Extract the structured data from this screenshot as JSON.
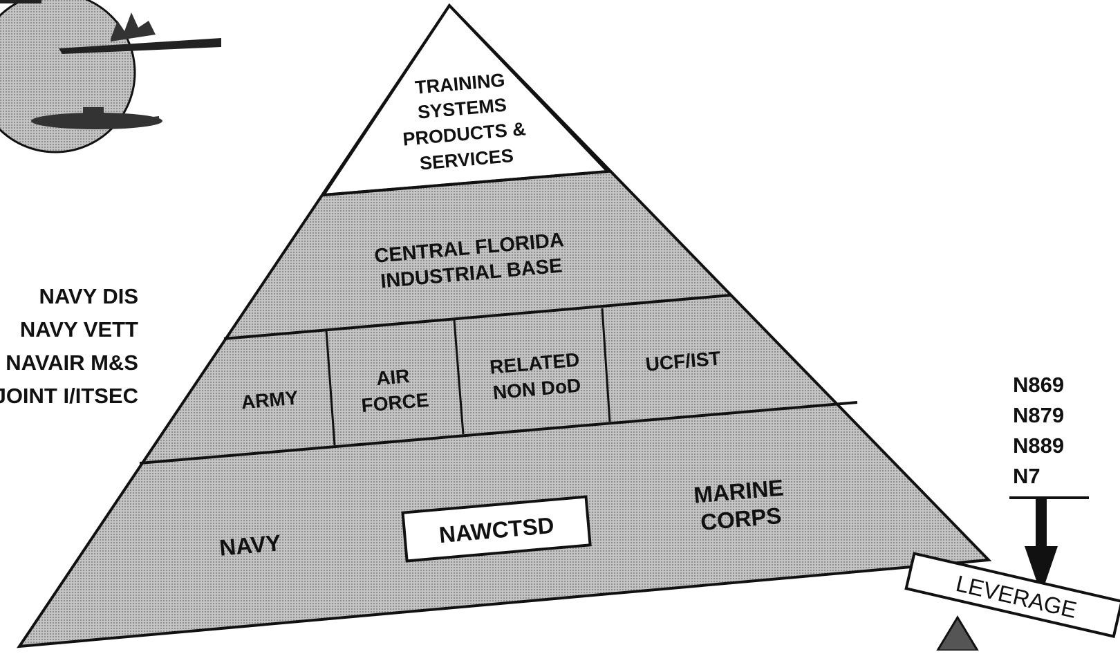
{
  "pyramid": {
    "top": [
      "TRAINING",
      "SYSTEMS",
      "PRODUCTS &",
      "SERVICES"
    ],
    "tier2": [
      "CENTRAL FLORIDA",
      "INDUSTRIAL BASE"
    ],
    "tier3": {
      "army": "ARMY",
      "air_force": [
        "AIR",
        "FORCE"
      ],
      "related_non_dod": [
        "RELATED",
        "NON DoD"
      ],
      "ucf_ist": "UCF/IST"
    },
    "base": {
      "navy": "NAVY",
      "nawctsd": "NAWCTSD",
      "marine_corps": [
        "MARINE",
        "CORPS"
      ]
    }
  },
  "left_list": [
    "NAVY DIS",
    "NAVY VETT",
    "NAVAIR M&S",
    "JOINT I/ITSEC"
  ],
  "right_list": [
    "N869",
    "N879",
    "N889",
    "N7"
  ],
  "lever": {
    "label": "LEVERAGE"
  },
  "colors": {
    "stipple": "#b9b9b9",
    "ink": "#111111"
  }
}
